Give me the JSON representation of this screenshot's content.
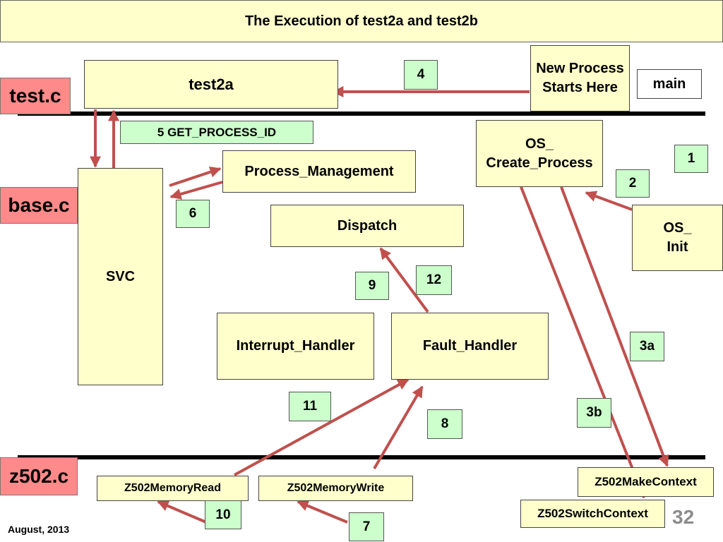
{
  "title": "The Execution of test2a and test2b",
  "files": {
    "test": "test.c",
    "base": "base.c",
    "z502": "z502.c"
  },
  "boxes": {
    "test2a": "test2a",
    "new_process": "New Process\nStarts Here",
    "main": "main",
    "get_process_id": "5 GET_PROCESS_ID",
    "os_create_process": "OS_\nCreate_Process",
    "process_management": "Process_Management",
    "svc": "SVC",
    "dispatch": "Dispatch",
    "os_init": "OS_\nInit",
    "interrupt_handler": "Interrupt_Handler",
    "fault_handler": "Fault_Handler",
    "mem_read": "Z502MemoryRead",
    "mem_write": "Z502MemoryWrite",
    "make_context": "Z502MakeContext",
    "switch_context": "Z502SwitchContext"
  },
  "steps": {
    "s4": "4",
    "s1": "1",
    "s2": "2",
    "s6": "6",
    "s9": "9",
    "s12": "12",
    "s3a": "3a",
    "s3b": "3b",
    "s11": "11",
    "s8": "8",
    "s10": "10",
    "s7": "7"
  },
  "footer": {
    "date": "August, 2013",
    "page": "32"
  },
  "colors": {
    "arrow": "#c0504d",
    "box": "#ffffcc",
    "step": "#ccffcc",
    "file": "#ff8a8a",
    "page_number": "#8c8c8c"
  }
}
